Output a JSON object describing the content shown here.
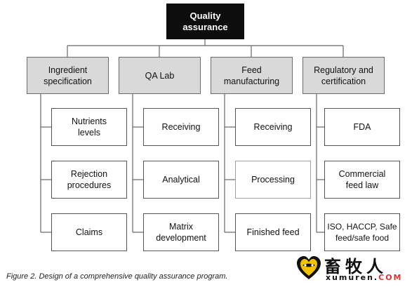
{
  "root": {
    "label": "Quality\nassurance"
  },
  "categories": [
    {
      "label": "Ingredient\nspecification",
      "children": [
        "Nutrients\nlevels",
        "Rejection\nprocedures",
        "Claims"
      ]
    },
    {
      "label": "QA Lab",
      "children": [
        "Receiving",
        "Analytical",
        "Matrix\ndevelopment"
      ]
    },
    {
      "label": "Feed\nmanufacturing",
      "children": [
        "Receiving",
        "Processing",
        "Finished feed"
      ]
    },
    {
      "label": "Regulatory and\ncertification",
      "children": [
        "FDA",
        "Commercial\nfeed law",
        "ISO, HACCP, Safe\nfeed/safe food"
      ]
    }
  ],
  "caption": "Figure 2. Design of a comprehensive quality assurance program.",
  "watermark": {
    "chinese": "畜牧人",
    "url_main": "xumuren.",
    "url_accent": "COM"
  },
  "colors": {
    "root_fill": "#0d0d0d",
    "category_fill": "#d9d9d9",
    "line": "#666666",
    "watermark_accent": "#e0312b"
  }
}
